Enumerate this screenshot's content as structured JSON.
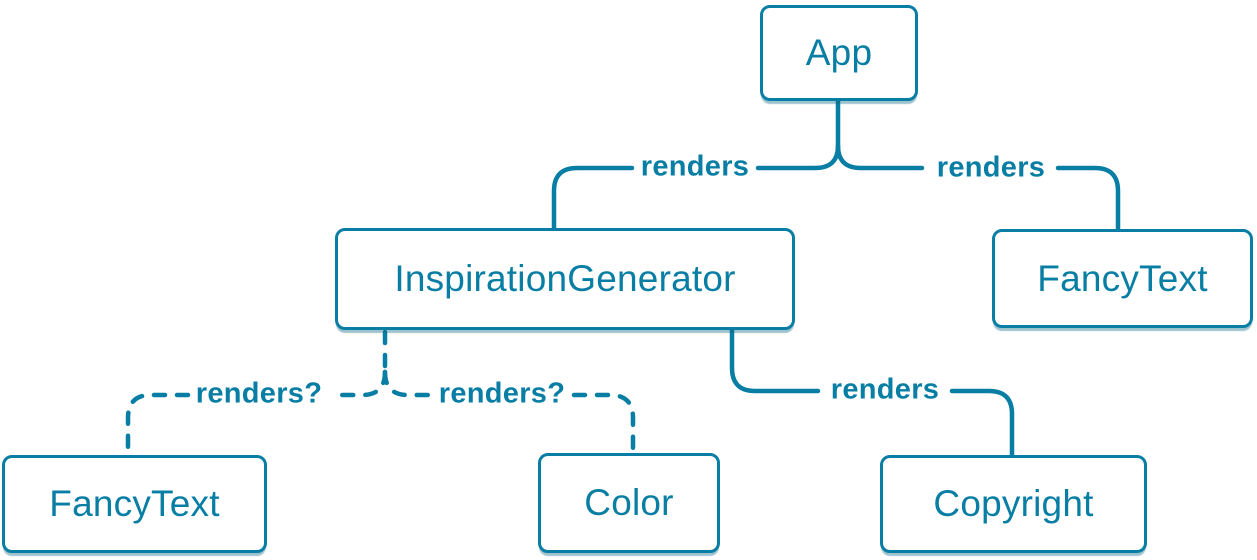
{
  "colors": {
    "accent": "#087ea4",
    "node_background": "#ffffff"
  },
  "diagram": {
    "type": "react-component-render-tree",
    "nodes": {
      "app": {
        "label": "App"
      },
      "inspiration_generator": {
        "label": "InspirationGenerator"
      },
      "fancy_text_top": {
        "label": "FancyText"
      },
      "fancy_text_bottom": {
        "label": "FancyText"
      },
      "color": {
        "label": "Color"
      },
      "copyright": {
        "label": "Copyright"
      }
    },
    "edges": {
      "app_to_inspiration_generator": {
        "from": "App",
        "to": "InspirationGenerator",
        "label": "renders",
        "style": "solid"
      },
      "app_to_fancy_text": {
        "from": "App",
        "to": "FancyText",
        "label": "renders",
        "style": "solid"
      },
      "inspiration_generator_to_fancy_text": {
        "from": "InspirationGenerator",
        "to": "FancyText",
        "label": "renders?",
        "style": "dashed"
      },
      "inspiration_generator_to_color": {
        "from": "InspirationGenerator",
        "to": "Color",
        "label": "renders?",
        "style": "dashed"
      },
      "inspiration_generator_to_copyright": {
        "from": "InspirationGenerator",
        "to": "Copyright",
        "label": "renders",
        "style": "solid"
      }
    }
  }
}
